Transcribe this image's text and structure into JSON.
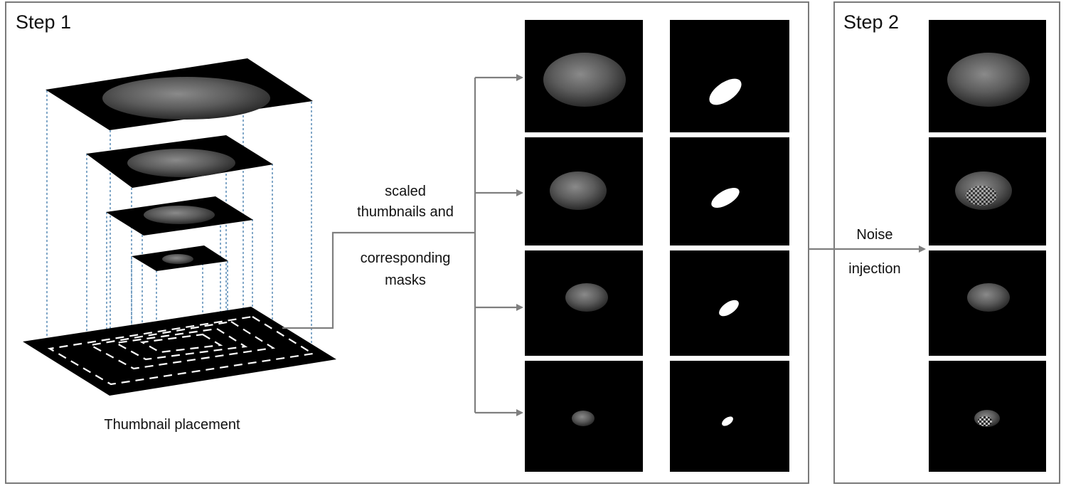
{
  "step1": {
    "title": "Step 1",
    "placement_caption": "Thumbnail placement",
    "arrow_label_line1": "scaled",
    "arrow_label_line2": "thumbnails and",
    "arrow_label_line3": "corresponding",
    "arrow_label_line4": "masks"
  },
  "step2": {
    "title": "Step 2",
    "arrow_label_line1": "Noise",
    "arrow_label_line2": "injection"
  },
  "colors": {
    "frame": "#7a7a7a",
    "arrow": "#7f7f7f",
    "guide": "#2e6da4",
    "tile": "#000000"
  },
  "thumbnail_count": 4
}
